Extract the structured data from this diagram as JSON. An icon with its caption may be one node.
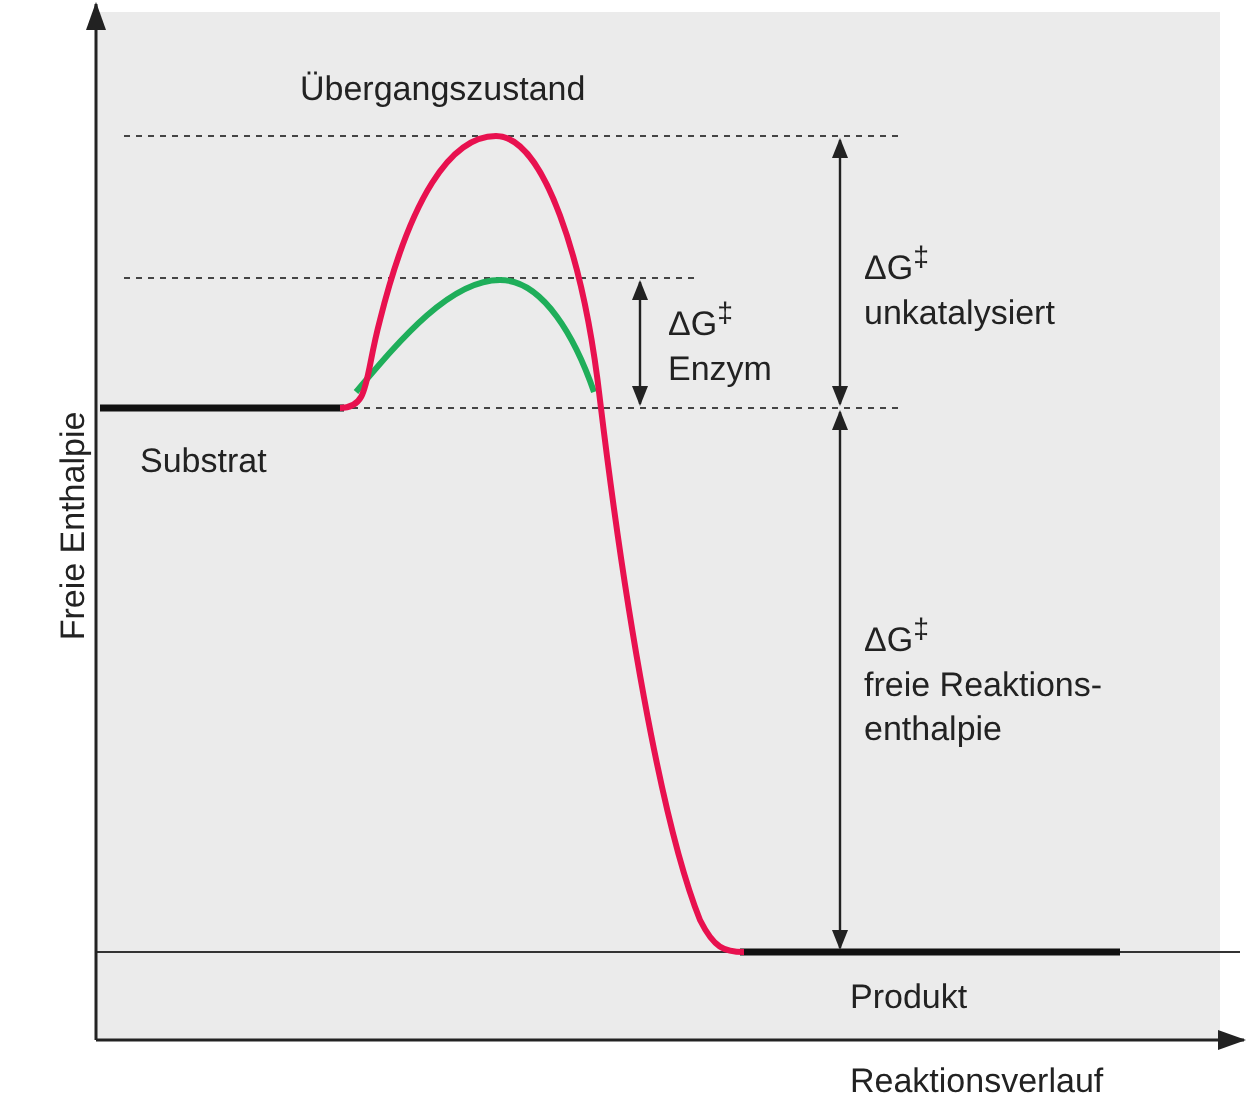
{
  "diagram": {
    "labels": [
      "Übergangszustand",
      "ΔG$^{‡}$ Enzym",
      "ΔG$^{‡}$ unkatalysiert",
      "Substrat",
      "Freie Enthalpie",
      "ΔG$^{‡}$ freie Reaktions-enthalpie",
      "Produkt",
      "Reaktionsverlauf"
    ]
  }
}
